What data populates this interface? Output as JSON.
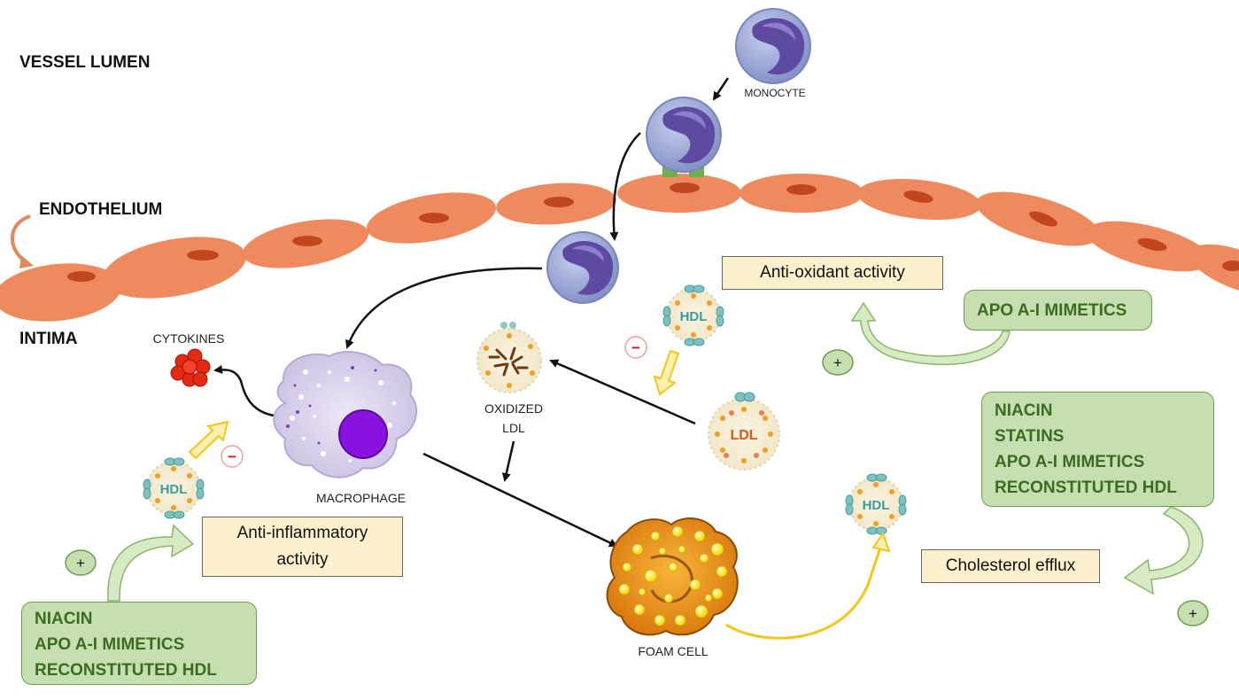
{
  "regions": {
    "vessel_lumen": "VESSEL LUMEN",
    "endothelium": "ENDOTHELIUM",
    "intima": "INTIMA"
  },
  "cells": {
    "monocyte": "MONOCYTE",
    "cytokines": "CYTOKINES",
    "macrophage": "MACROPHAGE",
    "oxidized_ldl": [
      "OXIDIZED",
      "LDL"
    ],
    "foam_cell": "FOAM CELL"
  },
  "particles": {
    "hdl": "HDL",
    "ldl": "LDL"
  },
  "activities": {
    "anti_oxidant": "Anti-oxidant activity",
    "anti_inflammatory": [
      "Anti-inflammatory",
      "activity"
    ],
    "cholesterol_efflux": "Cholesterol efflux"
  },
  "signs": {
    "plus": "+",
    "minus": "−"
  },
  "therapies": {
    "top_right": [
      "APO A-I MIMETICS"
    ],
    "middle_right": [
      "NIACIN",
      "STATINS",
      "APO A-I MIMETICS",
      "RECONSTITUTED HDL"
    ],
    "bottom_left": [
      "NIACIN",
      "APO A-I MIMETICS",
      "RECONSTITUTED HDL"
    ]
  },
  "colors": {
    "endothelial_cell": "#ee8a5e",
    "nucleus": "#c0461f",
    "monocyte_body": "#a3b1dc",
    "monocyte_nucleus": "#5e4aa0",
    "macrophage_nucleus": "#8a12e0",
    "foam_cell": "#f29a12",
    "cytokine": "#e52a12",
    "callout_fill": "#fdf0cc",
    "therapy_fill": "#c5dfb0",
    "therapy_text": "#3e6b22",
    "minus_sign": "#d9141c"
  }
}
